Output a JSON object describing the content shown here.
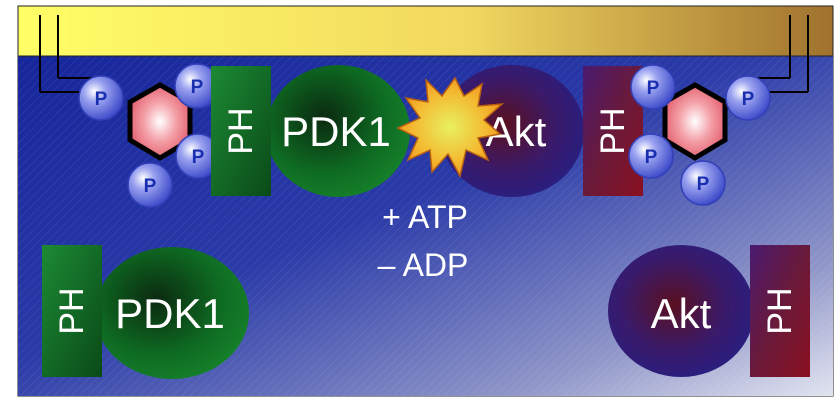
{
  "diagram": {
    "top_left": {
      "phospho_labels": [
        "P",
        "P",
        "P",
        "P"
      ],
      "pdk1_domain": "PH",
      "pdk1_label": "PDK1"
    },
    "top_right": {
      "akt_label": "Akt",
      "akt_domain": "PH",
      "phospho_labels": [
        "P",
        "P",
        "P",
        "P"
      ]
    },
    "reaction": {
      "atp_label": "+ ATP",
      "adp_label": "– ADP"
    },
    "bottom_left": {
      "pdk1_domain": "PH",
      "pdk1_label": "PDK1"
    },
    "bottom_right": {
      "akt_label": "Akt",
      "akt_domain": "PH"
    },
    "colors": {
      "membrane_yellow": "#ffff66",
      "membrane_brown": "#a0722e",
      "cytoplasm_blue": "#1e2ea0",
      "pdk1_green": "#0e6b22",
      "akt_navy": "#2a1670",
      "akt_ph_maroon": "#6a1a3a",
      "phosphate_blue": "#5560d8",
      "inositol_pink": "#e86070",
      "star_orange": "#f4a020"
    }
  }
}
